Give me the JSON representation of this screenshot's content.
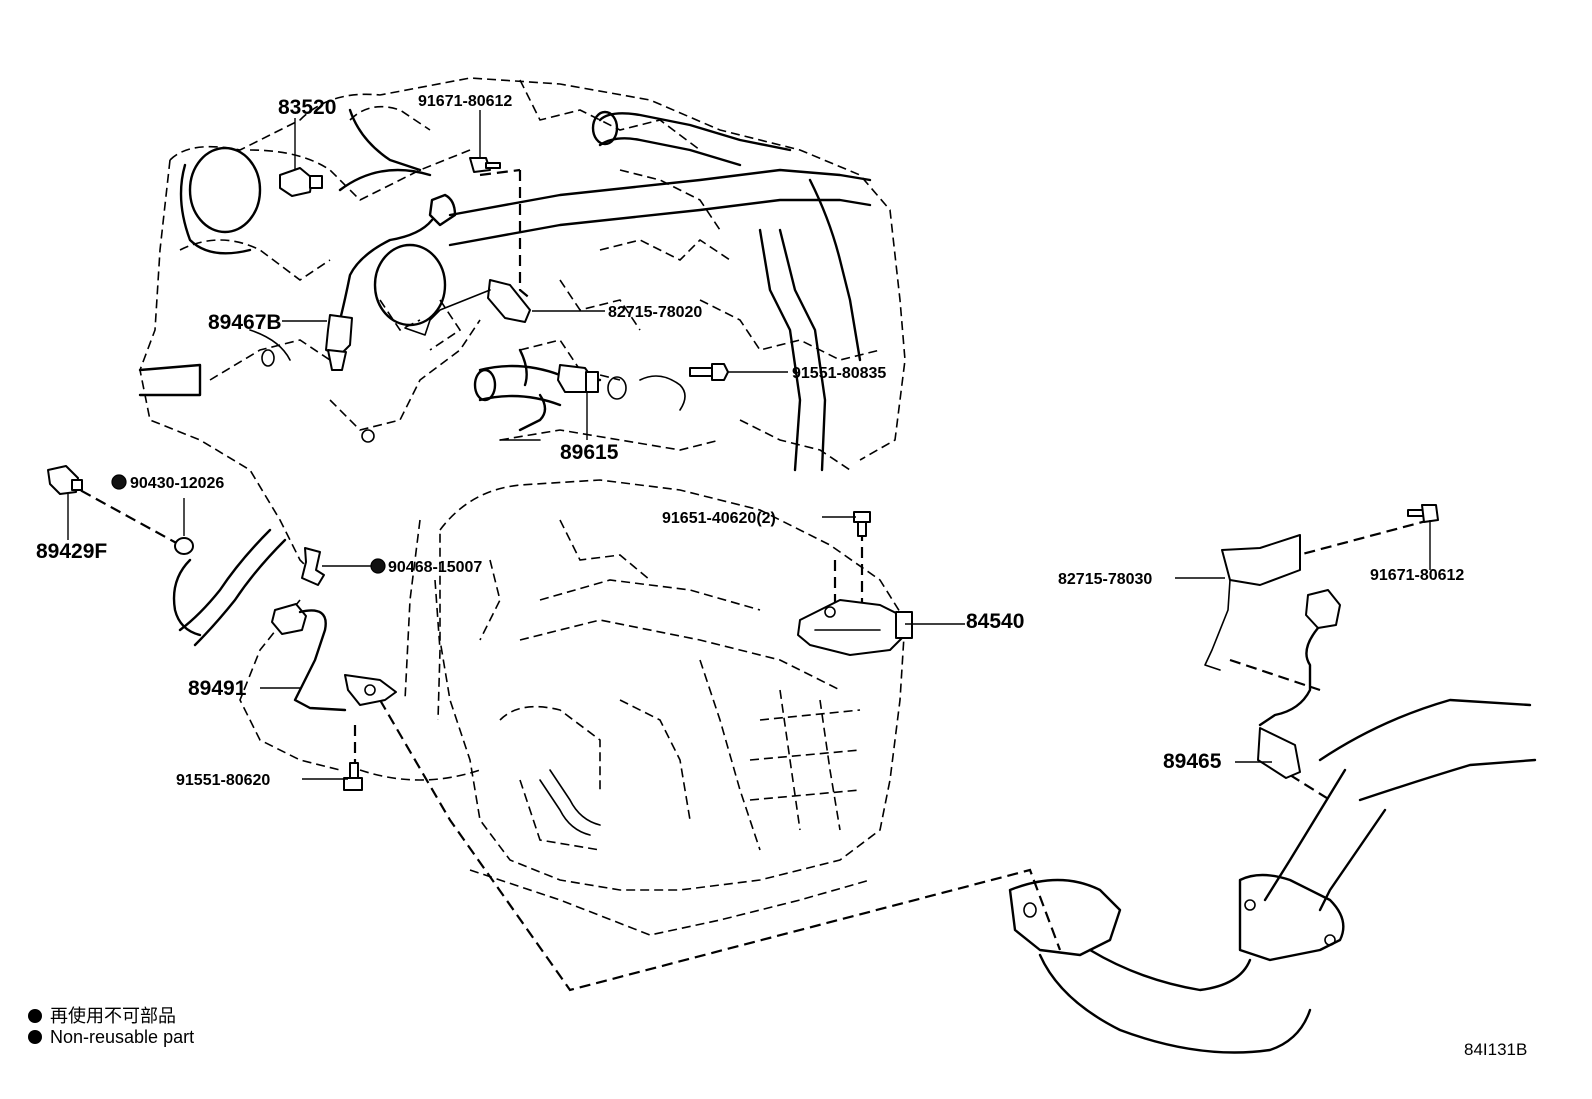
{
  "labels": {
    "p83520": "83520",
    "p91671_a": "91671-80612",
    "p82715_78020": "82715-78020",
    "p89467B": "89467B",
    "p91551_80835": "91551-80835",
    "p89615": "89615",
    "p90430": "90430-12026",
    "p89429F": "89429F",
    "p91651": "91651-40620(2)",
    "p90468": "90468-15007",
    "p84540": "84540",
    "p89491": "89491",
    "p91551_80620": "91551-80620",
    "p82715_78030": "82715-78030",
    "p91671_b": "91671-80612",
    "p89465": "89465"
  },
  "non_reusable_parts": [
    "90430-12026",
    "90468-15007"
  ],
  "legend": {
    "line_jp": "再使用不可部品",
    "line_en": "Non-reusable part"
  },
  "ref_code": "84I131B"
}
